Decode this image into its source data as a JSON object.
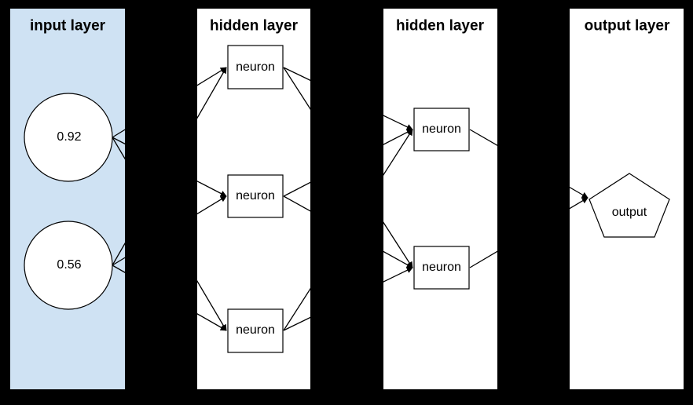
{
  "canvas": {
    "background_color": "#000000",
    "line_color": "#000000",
    "shape_fill": "#ffffff",
    "text_color": "#000000"
  },
  "layers": [
    {
      "title": "input layer",
      "panel_color": "#cfe2f3",
      "nodes": [
        {
          "shape": "circle",
          "label": "0.92"
        },
        {
          "shape": "circle",
          "label": "0.56"
        }
      ]
    },
    {
      "title": "hidden layer",
      "panel_color": "#ffffff",
      "nodes": [
        {
          "shape": "rectangle",
          "label": "neuron"
        },
        {
          "shape": "rectangle",
          "label": "neuron"
        },
        {
          "shape": "rectangle",
          "label": "neuron"
        }
      ]
    },
    {
      "title": "hidden layer",
      "panel_color": "#ffffff",
      "nodes": [
        {
          "shape": "rectangle",
          "label": "neuron"
        },
        {
          "shape": "rectangle",
          "label": "neuron"
        }
      ]
    },
    {
      "title": "output layer",
      "panel_color": "#ffffff",
      "nodes": [
        {
          "shape": "pentagon",
          "label": "output"
        }
      ]
    }
  ],
  "connections": [
    {
      "from": "input.0.92",
      "to": "hidden1.neuron1"
    },
    {
      "from": "input.0.92",
      "to": "hidden1.neuron2"
    },
    {
      "from": "input.0.92",
      "to": "hidden1.neuron3"
    },
    {
      "from": "input.0.56",
      "to": "hidden1.neuron1"
    },
    {
      "from": "input.0.56",
      "to": "hidden1.neuron2"
    },
    {
      "from": "input.0.56",
      "to": "hidden1.neuron3"
    },
    {
      "from": "hidden1.neuron1",
      "to": "hidden2.neuron1"
    },
    {
      "from": "hidden1.neuron1",
      "to": "hidden2.neuron2"
    },
    {
      "from": "hidden1.neuron2",
      "to": "hidden2.neuron1"
    },
    {
      "from": "hidden1.neuron2",
      "to": "hidden2.neuron2"
    },
    {
      "from": "hidden1.neuron3",
      "to": "hidden2.neuron1"
    },
    {
      "from": "hidden1.neuron3",
      "to": "hidden2.neuron2"
    },
    {
      "from": "hidden2.neuron1",
      "to": "output.output"
    },
    {
      "from": "hidden2.neuron2",
      "to": "output.output"
    }
  ]
}
